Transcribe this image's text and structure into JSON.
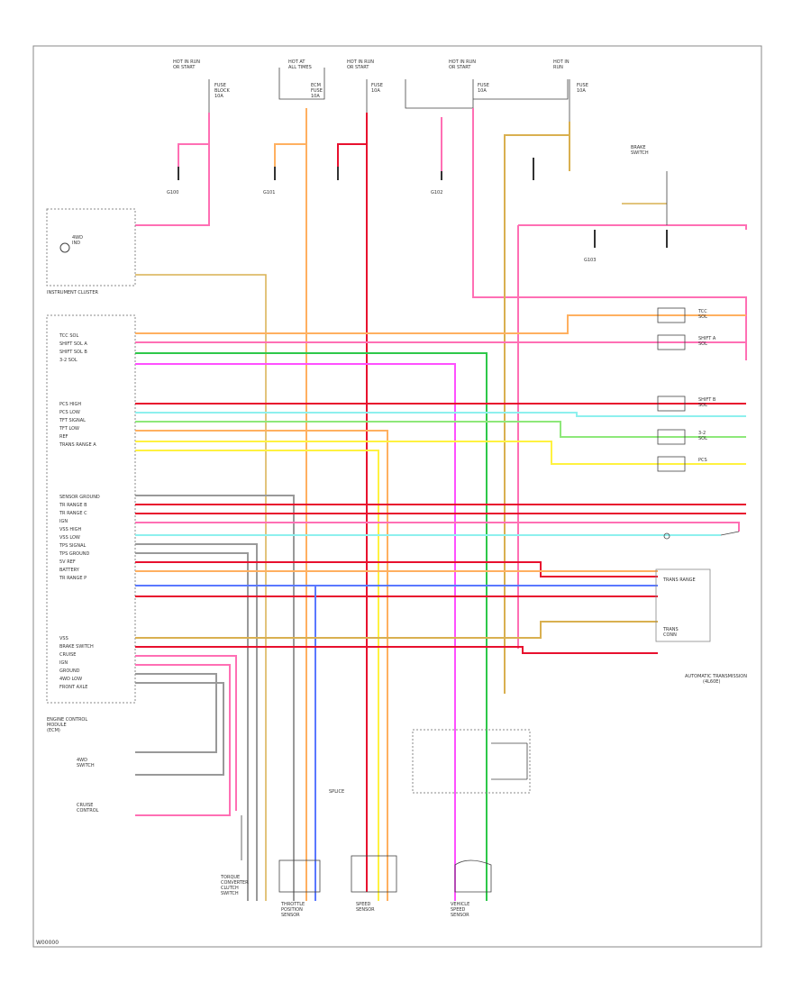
{
  "fig_id": "W00000",
  "sections": {
    "cluster_label": "INSTRUMENT CLUSTER",
    "ecm_label": [
      "ENGINE CONTROL",
      "MODULE",
      "(ECM)"
    ],
    "auto_trans_label": [
      "AUTOMATIC TRANSMISSION",
      "(4L60E)"
    ],
    "trans_range_label": "TRANS RANGE",
    "trans_connector_label": [
      "TRANS",
      "CONN"
    ]
  },
  "top_sources": [
    {
      "id": "src1",
      "lines": [
        "HOT IN RUN",
        "OR START"
      ]
    },
    {
      "id": "src2",
      "lines": [
        "HOT AT",
        "ALL TIMES"
      ]
    },
    {
      "id": "src3",
      "lines": [
        "HOT IN RUN",
        "OR START"
      ]
    },
    {
      "id": "src4",
      "lines": [
        "HOT IN RUN",
        "OR START"
      ]
    },
    {
      "id": "src5",
      "lines": [
        "HOT IN",
        "RUN"
      ]
    }
  ],
  "fuse_labels": [
    {
      "id": "f1",
      "lines": [
        "FUSE",
        "BLOCK",
        "10A"
      ]
    },
    {
      "id": "f2",
      "lines": [
        "ECM",
        "FUSE",
        "10A"
      ]
    },
    {
      "id": "f3",
      "lines": [
        "FUSE",
        "10A"
      ]
    },
    {
      "id": "f4",
      "lines": [
        "FUSE",
        "10A"
      ]
    },
    {
      "id": "f5",
      "lines": [
        "FUSE",
        "10A"
      ]
    }
  ],
  "ground_labels": [
    {
      "id": "g1",
      "lines": [
        "G100"
      ]
    },
    {
      "id": "g2",
      "lines": [
        "G101"
      ]
    },
    {
      "id": "g3",
      "lines": [
        "G102"
      ]
    },
    {
      "id": "g4",
      "lines": [
        "G103"
      ]
    }
  ],
  "ecm_pins_group1": [
    "TCC SOL",
    "SHIFT SOL A",
    "SHIFT SOL B",
    "3-2 SOL"
  ],
  "ecm_pins_group2": [
    "PCS HIGH",
    "PCS LOW",
    "TFT SIGNAL",
    "TFT LOW",
    "REF",
    "TRANS RANGE A"
  ],
  "ecm_pins_group3": [
    "SENSOR GROUND",
    "TR RANGE B",
    "TR RANGE C",
    "IGN",
    "VSS HIGH",
    "VSS LOW",
    "TPS SIGNAL",
    "TPS GROUND",
    "5V REF",
    "BATTERY",
    "TR RANGE P"
  ],
  "ecm_pins_group4": [
    "VSS",
    "BRAKE SWITCH",
    "CRUISE",
    "IGN",
    "GROUND",
    "4WD LOW",
    "FRONT AXLE"
  ],
  "solenoids": [
    {
      "id": "s1",
      "lines": [
        "TCC",
        "SOL"
      ]
    },
    {
      "id": "s2",
      "lines": [
        "SHIFT A",
        "SOL"
      ]
    },
    {
      "id": "s3",
      "lines": [
        "SHIFT B",
        "SOL"
      ]
    },
    {
      "id": "s4",
      "lines": [
        "3-2",
        "SOL"
      ]
    },
    {
      "id": "s5",
      "lines": [
        "PCS"
      ]
    }
  ],
  "bottom_components": [
    {
      "id": "b1",
      "lines": [
        "TORQUE",
        "CONVERTER",
        "CLUTCH",
        "SWITCH"
      ]
    },
    {
      "id": "b2",
      "lines": [
        "THROTTLE",
        "POSITION",
        "SENSOR"
      ]
    },
    {
      "id": "b3",
      "lines": [
        "SPEED",
        "SENSOR"
      ]
    },
    {
      "id": "b4",
      "lines": [
        "VEHICLE",
        "SPEED",
        "SENSOR"
      ]
    }
  ],
  "left_labels": [
    {
      "id": "l1",
      "lines": [
        "4WD",
        "SWITCH"
      ]
    },
    {
      "id": "l2",
      "lines": [
        "CRUISE",
        "CONTROL"
      ]
    }
  ],
  "misc_labels": [
    {
      "id": "m1",
      "lines": [
        "SPLICE"
      ]
    },
    {
      "id": "m2",
      "lines": [
        "BRAKE",
        "SWITCH"
      ]
    },
    {
      "id": "m3",
      "lines": [
        "4WD",
        "IND"
      ]
    }
  ],
  "colors": {
    "pink": "#ff6fb4",
    "red": "#e8102e",
    "orange": "#ffb060",
    "tan": "#d9b050",
    "green": "#2ec84a",
    "light_green": "#8ee87a",
    "yellow": "#fff240",
    "blue": "#5a78ff",
    "cyan": "#8ef0ee",
    "magenta": "#ff50ff",
    "grey": "#999999",
    "black": "#333333"
  }
}
